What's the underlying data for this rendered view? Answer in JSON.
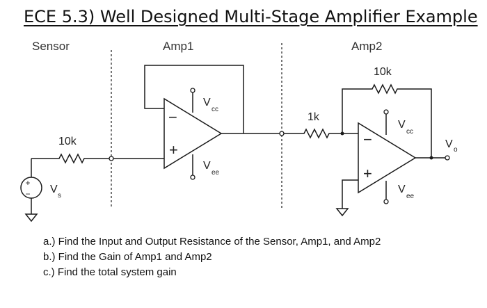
{
  "title": "ECE 5.3) Well Designed Multi-Stage Amplifier Example",
  "sections": {
    "sensor": "Sensor",
    "amp1": "Amp1",
    "amp2": "Amp2"
  },
  "components": {
    "r_sensor": "10k",
    "r_input2": "1k",
    "r_feedback2": "10k",
    "source_symbol": "V",
    "source_sub": "s",
    "vcc_symbol": "V",
    "vcc_sub": "cc",
    "vee_symbol": "V",
    "vee_sub": "ee",
    "output_symbol": "V",
    "output_sub": "o",
    "plus": "+",
    "minus": "−"
  },
  "questions": [
    "a.) Find the Input and Output Resistance of the Sensor, Amp1, and Amp2",
    "b.) Find the Gain of Amp1 and Amp2",
    "c.) Find the total system gain"
  ]
}
